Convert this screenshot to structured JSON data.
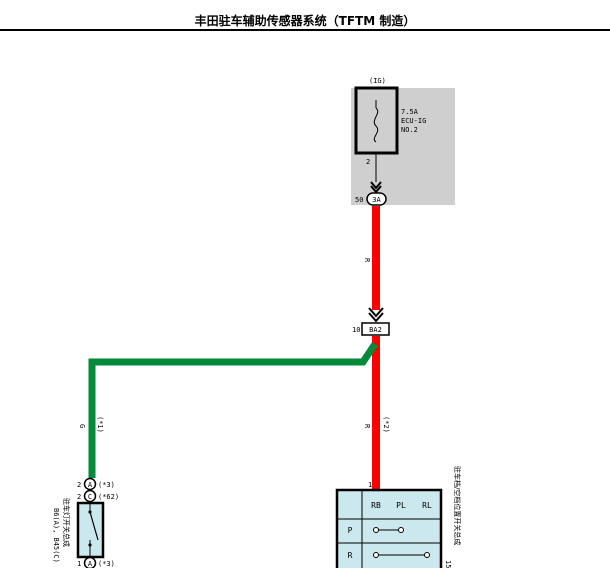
{
  "title": "丰田驻车辅助传感器系统（TFTM 制造）",
  "colors": {
    "wire_red": "#ff0000",
    "wire_green": "#008a3a",
    "fuse_box_bg": "#cfcfcf",
    "switch_bg": "#cbe8ee"
  },
  "fuse": {
    "ig_label": "(IG)",
    "rating": "7.5A",
    "name": "ECU-IG",
    "number": "NO.2",
    "pin": "2"
  },
  "connectors": {
    "top": {
      "pin": "50",
      "id": "3A"
    },
    "mid": {
      "pin": "10",
      "id": "BA2"
    }
  },
  "wires": {
    "red_upper_color": "R",
    "red_lower_color": "R",
    "red_lower_note": "(*2)",
    "green_color": "G",
    "green_note": "(*1)"
  },
  "parking_switch": {
    "label_line1": "B6(A), B45(C)",
    "label_line2": "驻车灯开关总成",
    "pin_a_top": "2",
    "conn_a_top": "A",
    "note_a_top": "(*3)",
    "pin_c": "2",
    "conn_c": "C",
    "note_c": "(*62)",
    "pin_a_bot": "1",
    "conn_a_bot": "A",
    "note_a_bot": "(*3)"
  },
  "shift_switch": {
    "pin": "1",
    "columns": [
      "RB",
      "PL",
      "RL"
    ],
    "rows": [
      "P",
      "R"
    ],
    "label_num": "15",
    "label": "驻车档/空档位置开关总成"
  }
}
